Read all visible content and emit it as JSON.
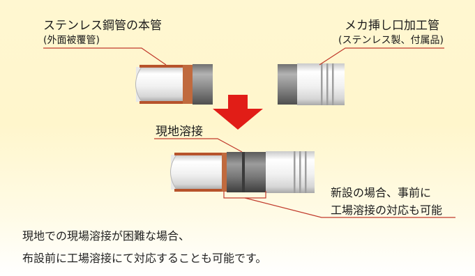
{
  "labels": {
    "main_pipe_title": "ステンレス鋼管の本管",
    "main_pipe_sub": "(外面被覆管)",
    "fitting_title": "メカ挿し口加工管",
    "fitting_sub": "(ステンレス製、付属品)",
    "weld_label": "現地溶接",
    "prefab_line1": "新設の場合、事前に",
    "prefab_line2": "工場溶接の対応も可能"
  },
  "caption": {
    "line1": "現地での現場溶接が困難な場合、",
    "line2": "布設前に工場溶接にて対応することも可能です。"
  },
  "colors": {
    "background": "#fff6cc",
    "arrow": "#e11d17",
    "leader_line": "#c0392b",
    "pipe_coating": "#b7532b",
    "pipe_white": "#f2f2f2",
    "weld_gray": "#777777"
  }
}
